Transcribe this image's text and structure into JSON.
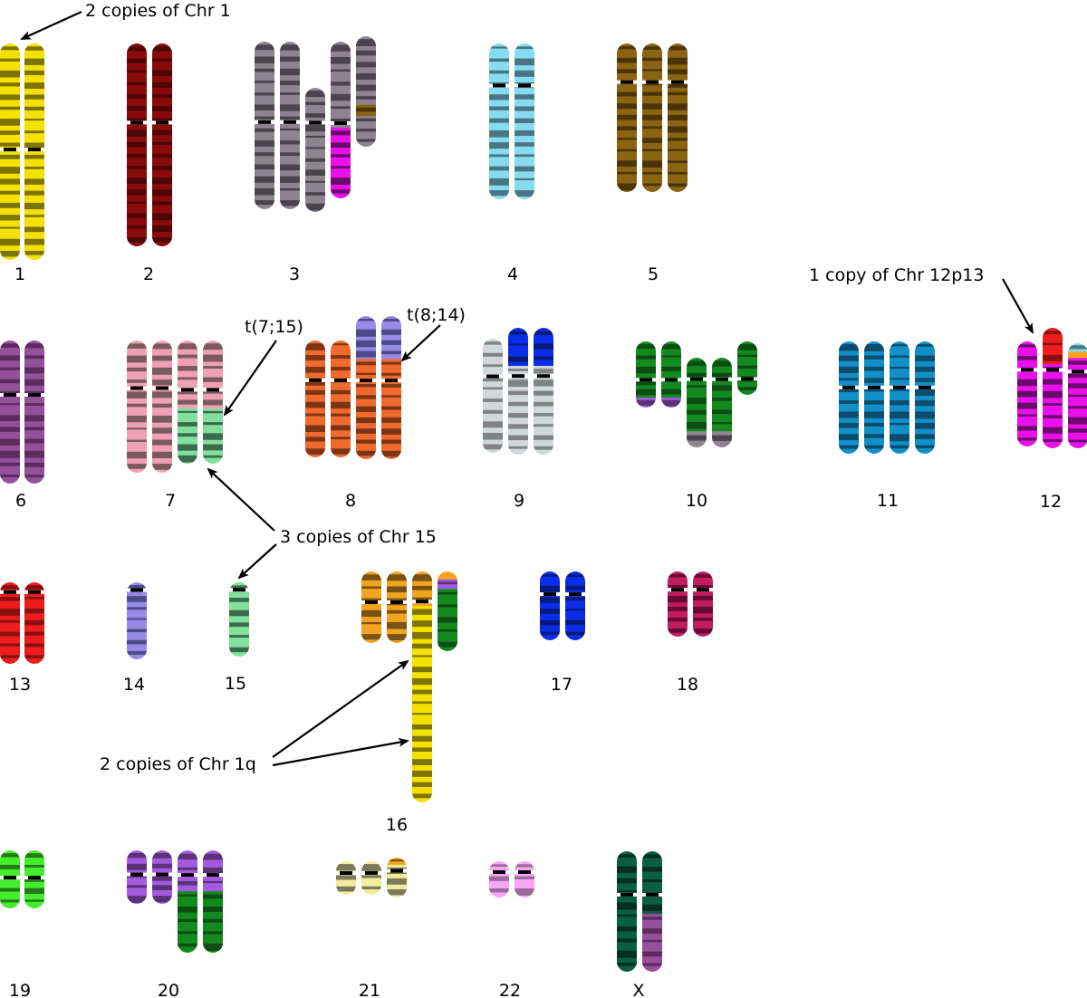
{
  "chromosome_labels": {
    "c1": "1",
    "c2": "2",
    "c3": "3",
    "c4": "4",
    "c5": "5",
    "c6": "6",
    "c7": "7",
    "c8": "8",
    "c9": "9",
    "c10": "10",
    "c11": "11",
    "c12": "12",
    "c13": "13",
    "c14": "14",
    "c15": "15",
    "c16": "16",
    "c17": "17",
    "c18": "18",
    "c19": "19",
    "c20": "20",
    "c21": "21",
    "c22": "22",
    "cX": "X"
  },
  "annotations": {
    "chr1_copies": "2 copies of Chr 1",
    "chr12p13": "1 copy of Chr 12p13",
    "t7_15": "t(7;15)",
    "t8_14": "t(8;14)",
    "chr15_copies": "3 copies of Chr 15",
    "chr1q_copies": "2 copies of Chr 1q"
  },
  "colors": {
    "chr1": [
      "#f5e100",
      "#7d7408"
    ],
    "chr2": [
      "#8b0a0a",
      "#4d0505"
    ],
    "chr3": [
      "#8e8391",
      "#4a444d"
    ],
    "chr4": [
      "#86dcee",
      "#4a7683"
    ],
    "chr5": [
      "#8a6410",
      "#4b3508"
    ],
    "chr6": [
      "#94509a",
      "#5c2c5f"
    ],
    "chr7": [
      "#f0a0b4",
      "#7a5a60"
    ],
    "chr8": [
      "#f2692e",
      "#7d3514"
    ],
    "chr9": [
      "#d1d8da",
      "#808284"
    ],
    "chr10": [
      "#128a1e",
      "#0b4d12"
    ],
    "chr11": [
      "#118fc9",
      "#0b4d6b"
    ],
    "chr12": [
      "#ea10ea",
      "#6a0a6a"
    ],
    "chr13": [
      "#ee1c1c",
      "#8a1010"
    ],
    "chr14": [
      "#9a8ae8",
      "#4e4a8a"
    ],
    "chr15": [
      "#80e09c",
      "#3c6a4c"
    ],
    "chr16": [
      "#f2a420",
      "#7a5212"
    ],
    "chr17": [
      "#0a2ee8",
      "#061a7a"
    ],
    "chr18": [
      "#c01c60",
      "#6a0a34"
    ],
    "chr19": [
      "#44ee2c",
      "#247a18"
    ],
    "chr20": [
      "#a45ae0",
      "#5a3278"
    ],
    "chr21": [
      "#f0ee9c",
      "#7a7a5a"
    ],
    "chr22": [
      "#f6a6f2",
      "#9a6a9a"
    ],
    "chrX": [
      "#0a5e44",
      "#04301f"
    ],
    "centromere": "#000000"
  }
}
